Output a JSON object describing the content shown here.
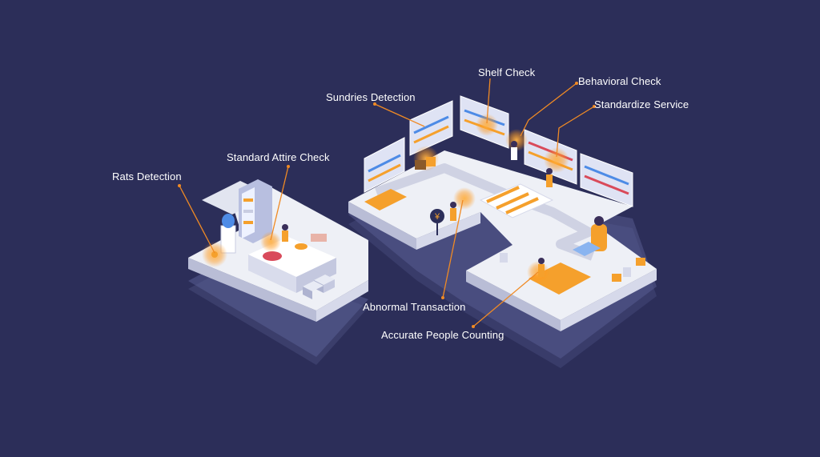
{
  "labels": {
    "shelf_check": "Shelf Check",
    "behavioral_check": "Behavioral Check",
    "standardize_service": "Standardize Service",
    "sundries_detection": "Sundries Detection",
    "standard_attire_check": "Standard Attire Check",
    "rats_detection": "Rats Detection",
    "abnormal_transaction": "Abnormal Transaction",
    "accurate_people_counting": "Accurate People Counting"
  },
  "colors": {
    "background": "#2c2e59",
    "accent": "#f5a02c",
    "floor": "#eef0f6",
    "floor_side": "#c9cde2",
    "leader_line": "#f08a24"
  },
  "icons": [
    "rat-icon",
    "chef-icon",
    "box-icon",
    "shelf-icon",
    "person-icon",
    "coin-icon",
    "counter-icon"
  ]
}
